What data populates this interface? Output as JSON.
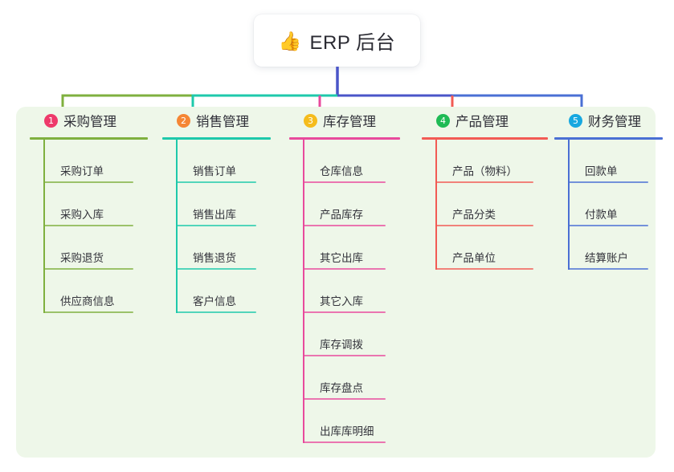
{
  "diagram": {
    "type": "mind-map",
    "title": {
      "icon": "thumbs-up-icon",
      "emoji": "👍",
      "text": "ERP 后台"
    },
    "panel_background": "#eef7e9",
    "stem_color": "#4a55c8",
    "branches": [
      {
        "number": "1",
        "badge_color": "#ee3a6b",
        "accent": "#7fb03f",
        "title": "采购管理",
        "items": [
          "采购订单",
          "采购入库",
          "采购退货",
          "供应商信息"
        ]
      },
      {
        "number": "2",
        "badge_color": "#f58634",
        "accent": "#1ec9ab",
        "title": "销售管理",
        "items": [
          "销售订单",
          "销售出库",
          "销售退货",
          "客户信息"
        ]
      },
      {
        "number": "3",
        "badge_color": "#f5bc1c",
        "accent": "#e84a9c",
        "title": "库存管理",
        "items": [
          "仓库信息",
          "产品库存",
          "其它出库",
          "其它入库",
          "库存调拨",
          "库存盘点",
          "出库库明细"
        ]
      },
      {
        "number": "4",
        "badge_color": "#1fbb55",
        "accent": "#f25b54",
        "title": "产品管理",
        "items": [
          "产品（物料）",
          "产品分类",
          "产品单位"
        ]
      },
      {
        "number": "5",
        "badge_color": "#17a8e0",
        "accent": "#4a6fd4",
        "title": "财务管理",
        "items": [
          "回款单",
          "付款单",
          "结算账户"
        ]
      }
    ]
  }
}
